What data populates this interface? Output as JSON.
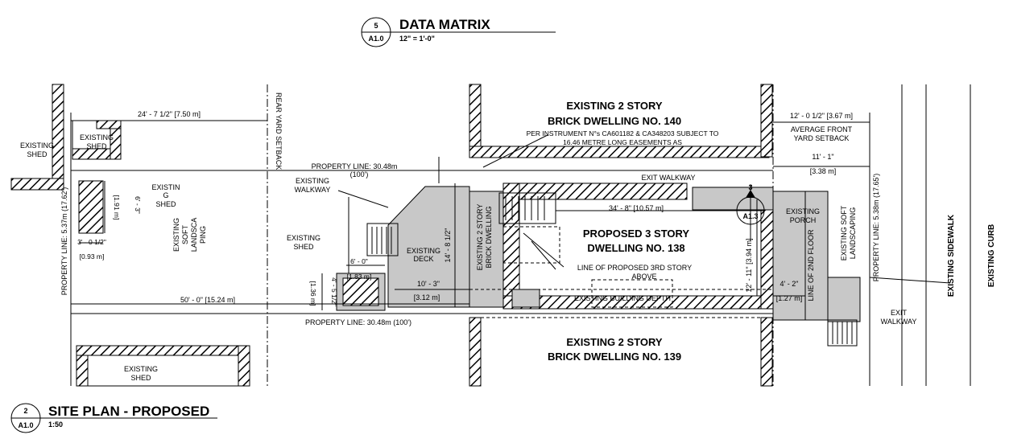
{
  "data_matrix": {
    "number": "5",
    "sheet": "A1.0",
    "title": "DATA MATRIX",
    "scale": "12\" = 1'-0\""
  },
  "site_plan": {
    "number": "2",
    "sheet": "A1.0",
    "title": "SITE PLAN - PROPOSED",
    "scale": "1:50"
  },
  "neighbour_top": {
    "line1": "EXISTING 2 STORY",
    "line2": "BRICK DWELLING NO. 140"
  },
  "neighbour_bottom": {
    "line1": "EXISTING 2 STORY",
    "line2": "BRICK DWELLING NO. 139"
  },
  "easement_note": {
    "line1": "PER INSTRUMENT N°s CA601182 & CA348203 SUBJECT TO",
    "line2": "16.46 METRE LONG EASEMENTS AS"
  },
  "proposed": {
    "line1": "PROPOSED 3 STORY",
    "line2": "DWELLING NO. 138"
  },
  "labels": {
    "rear_setback": "REAR YARD SETBACK",
    "avg_front_setback_1": "AVERAGE FRONT",
    "avg_front_setback_2": "YARD SETBACK",
    "front_setback_dim": "12' - 0 1/2\" [3.67 m]",
    "rear_yard_dim": "24' - 7 1/2\" [7.50 m]",
    "shed_left_1": "EXISTING",
    "shed_left_2": "SHED",
    "shed_inner_1": "EXISTING",
    "shed_inner_2": "SHED",
    "shed_bottom_1": "EXISTING",
    "shed_bottom_2": "SHED",
    "shed_mid_1": "EXISTIN",
    "shed_mid_2": "G",
    "shed_mid_3": "SHED",
    "soft_land_1": "EXISTING",
    "soft_land_2": "SOFT",
    "soft_land_3": "LANDSCA",
    "soft_land_4": "PING",
    "property_line_top_1": "PROPERTY LINE: 30.48m",
    "property_line_top_2": "(100')",
    "property_line_bottom": "PROPERTY LINE: 30.48m (100')",
    "property_line_left": "PROPERTY LINE: 5.37m (17.62')",
    "property_line_right": "PROPERTY LINE: 5.38m (17.65')",
    "existing_walkway_1": "EXISTING",
    "existing_walkway_2": "WALKWAY",
    "exit_walkway_top": "EXIT WALKWAY",
    "exit_walkway_right_1": "EXIT",
    "exit_walkway_right_2": "WALKWAY",
    "front_dim_1": "11' - 1\"",
    "front_dim_2": "[3.38 m]",
    "existing_deck_1": "EXISTING",
    "existing_deck_2": "DECK",
    "deck_depth_dim": "14' - 8 1/2\"",
    "deck_width_dim_1": "10' - 3\"",
    "deck_width_dim_2": "[3.12 m]",
    "existing_2_story_1": "EXISTING 2 STORY",
    "existing_2_story_2": "BRICK DWELLING",
    "depth_dim": "34' - 8\" [10.57 m]",
    "third_story_1": "LINE OF PROPOSED 3RD STORY",
    "third_story_2": "ABOVE",
    "building_depth": "EXISTING BUILDING DEPTH",
    "overall_dim": "50' - 0\" [15.24 m]",
    "shed_shed_1": "EXISTING",
    "shed_shed_2": "SHED",
    "shed_dim_a": "6' - 0\"",
    "shed_dim_b": "[1.83 m]",
    "shed_dim_c": "4' - 5 1/2\"",
    "shed_dim_d": "[1.36 m]",
    "shed_dim_e": "3' - 0 1/2\"",
    "shed_dim_f": "[0.93 m]",
    "shed_dim_g": "6' - 3\"",
    "shed_dim_h": "[1.91 m]",
    "porch_1": "EXISTING",
    "porch_2": "PORCH",
    "soft_land_r1": "EXISTING SOFT",
    "soft_land_r2": "LANDSCAPING",
    "second_floor": "LINE OF 2ND FLOOR",
    "width_dim": "12' - 11\" [3.94 m]",
    "porch_dim_1": "4' - 2\"",
    "porch_dim_2": "[1.27 m]",
    "sidewalk": "EXISTING SIDEWALK",
    "curb": "EXISTING CURB",
    "section_num": "3",
    "section_ref": "A1.3"
  }
}
